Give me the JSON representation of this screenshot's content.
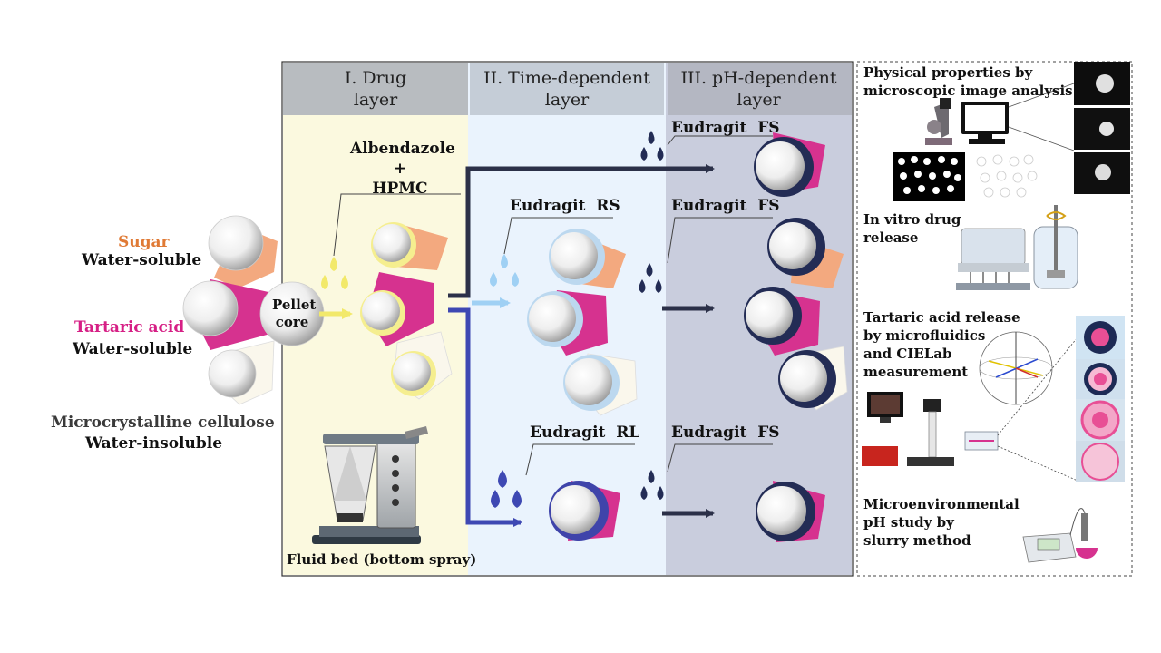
{
  "materials": {
    "sugar": {
      "name": "Sugar",
      "solubility": "Water-soluble",
      "color": "#e07a35"
    },
    "tartaric": {
      "name": "Tartaric acid",
      "solubility": "Water-soluble",
      "color": "#d61f85"
    },
    "mcc": {
      "name": "Microcrystalline cellulose",
      "solubility": "Water-insoluble"
    },
    "core": "Pellet\ncore"
  },
  "sections": {
    "drug": {
      "title": "I. Drug\nlayer",
      "color": "#fbf9df"
    },
    "time": {
      "title": "II. Time-dependent\nlayer",
      "color": "#eaf3fd"
    },
    "ph": {
      "title": "III. pH-dependent\nlayer",
      "color": "#c9cddd"
    }
  },
  "drug_layer": {
    "coating": "Albendazole\n+\nHPMC",
    "equipment": "Fluid bed (bottom spray)"
  },
  "polymers": {
    "rs": "Eudragit  RS",
    "rl": "Eudragit  RL",
    "fs": "Eudragit  FS"
  },
  "analysis": {
    "physical": "Physical properties by\nmicroscopic image analysis",
    "release": "In vitro drug\nrelease",
    "tartaric": "Tartaric acid release\nby microfluidics\nand CIELab\nmeasurement",
    "ph": "Microenvironmental\npH study by\nslurry method"
  },
  "colors": {
    "sugar": "#f3a97f",
    "tartaric": "#d6328f",
    "mcc": "#faf7ec",
    "drug_coat": "#f5ee8f",
    "rs_coat": "#bcd8ef",
    "rl_coat": "#3f44aa",
    "fs_coat": "#232c55",
    "arrow_dark": "#2b3048",
    "arrow_blue": "#3e48b3",
    "arrow_light": "#9fd0f4"
  }
}
